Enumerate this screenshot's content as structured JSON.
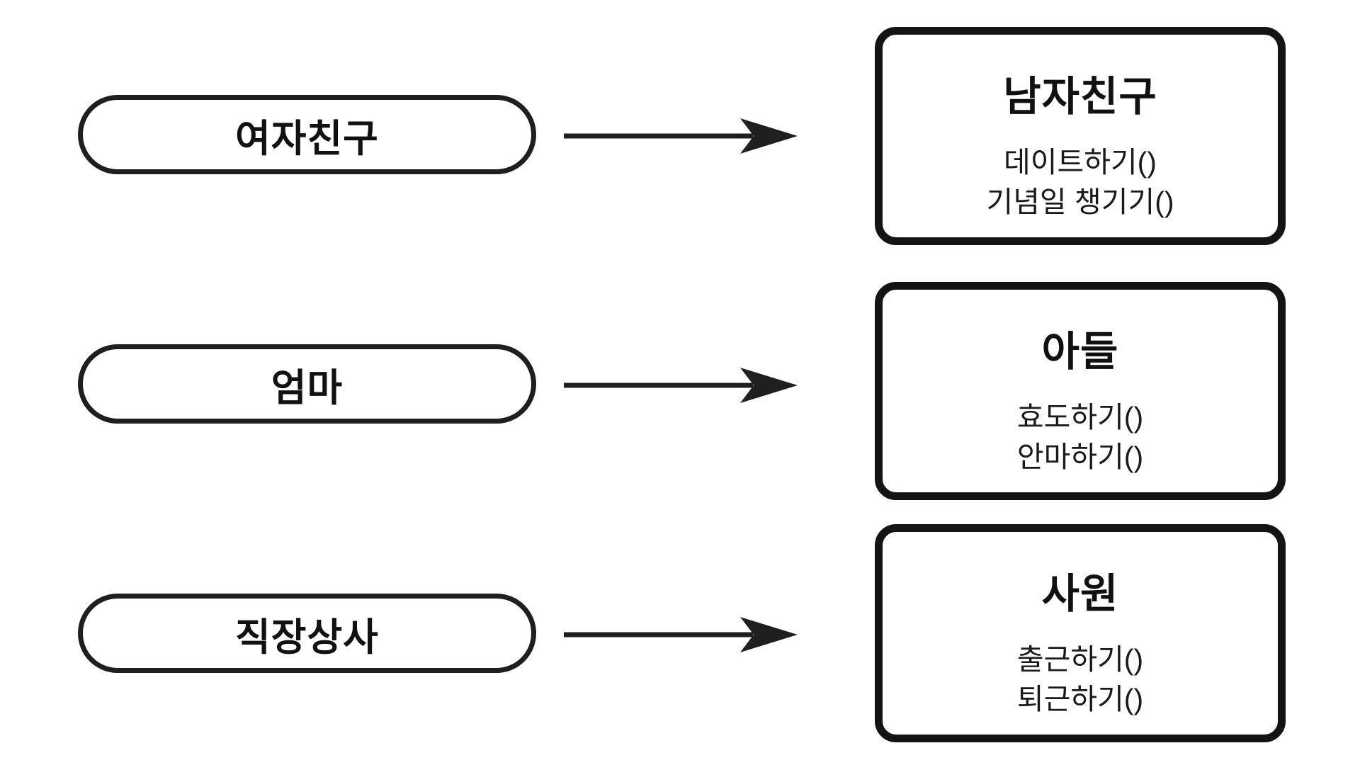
{
  "diagram": {
    "background_color": "#ffffff",
    "stroke_color": "#1f1f1f",
    "rows": [
      {
        "caller": "여자친구",
        "target": {
          "title": "남자친구",
          "methods": [
            "데이트하기()",
            "기념일 챙기기()"
          ]
        }
      },
      {
        "caller": "엄마",
        "target": {
          "title": "아들",
          "methods": [
            "효도하기()",
            "안마하기()"
          ]
        }
      },
      {
        "caller": "직장상사",
        "target": {
          "title": "사원",
          "methods": [
            "출근하기()",
            "퇴근하기()"
          ]
        }
      }
    ]
  }
}
